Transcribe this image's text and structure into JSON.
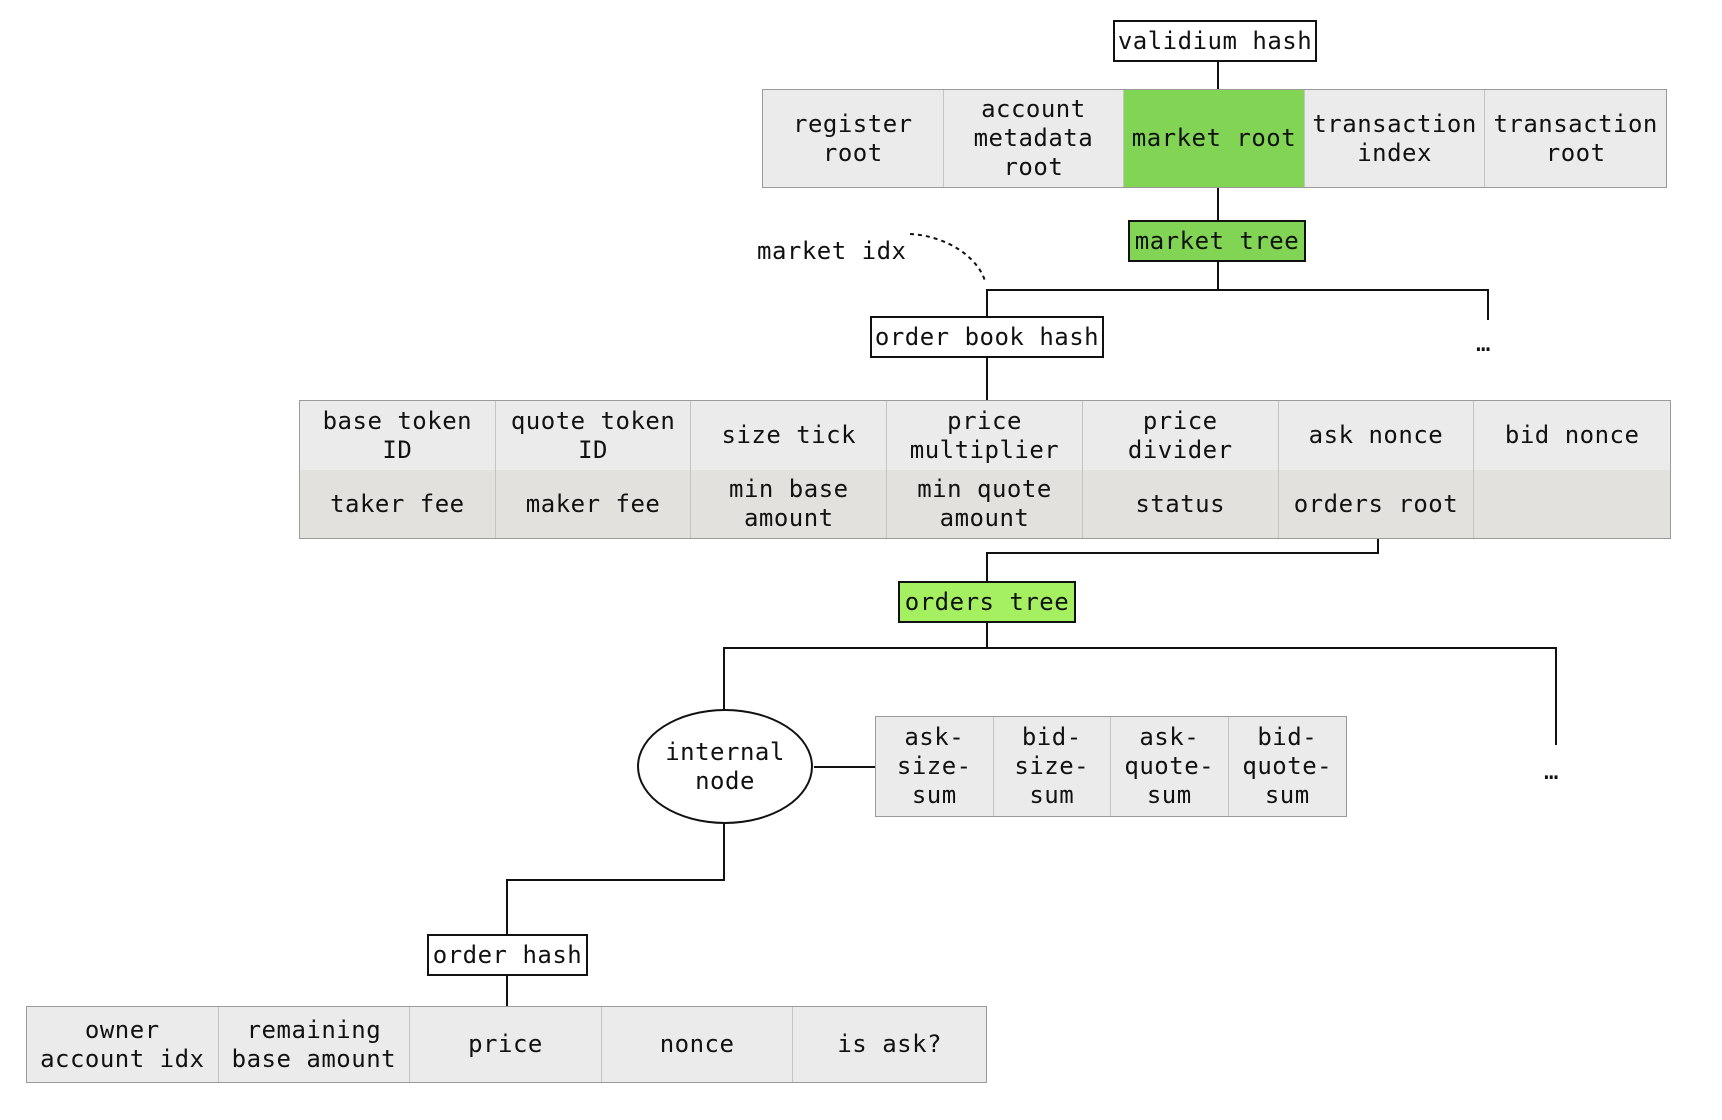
{
  "validium_hash": "validium hash",
  "state_fields": [
    "register\nroot",
    "account\nmetadata\nroot",
    "market root",
    "transaction\nindex",
    "transaction\nroot"
  ],
  "market_tree": "market tree",
  "market_idx": "market idx",
  "order_book_hash": "order book hash",
  "market_ellipsis": "…",
  "order_book_fields_row1": [
    "base token\nID",
    "quote token\nID",
    "size tick",
    "price\nmultiplier",
    "price\ndivider",
    "ask nonce",
    "bid nonce"
  ],
  "order_book_fields_row2": [
    "taker fee",
    "maker fee",
    "min base\namount",
    "min quote\namount",
    "status",
    "orders root",
    ""
  ],
  "orders_tree": "orders tree",
  "internal_node": "internal\nnode",
  "internal_node_fields": [
    "ask-\nsize-\nsum",
    "bid-\nsize-\nsum",
    "ask-\nquote-\nsum",
    "bid-\nquote-\nsum"
  ],
  "orders_ellipsis": "…",
  "order_hash": "order hash",
  "order_fields": [
    "owner\naccount idx",
    "remaining\nbase amount",
    "price",
    "nonce",
    "is ask?"
  ],
  "colors": {
    "market_green": "#82d454",
    "orders_green": "#a5f060",
    "cell_gray": "#ebebeb",
    "cell_gray_alt": "#e2e1de",
    "line": "#111111"
  }
}
